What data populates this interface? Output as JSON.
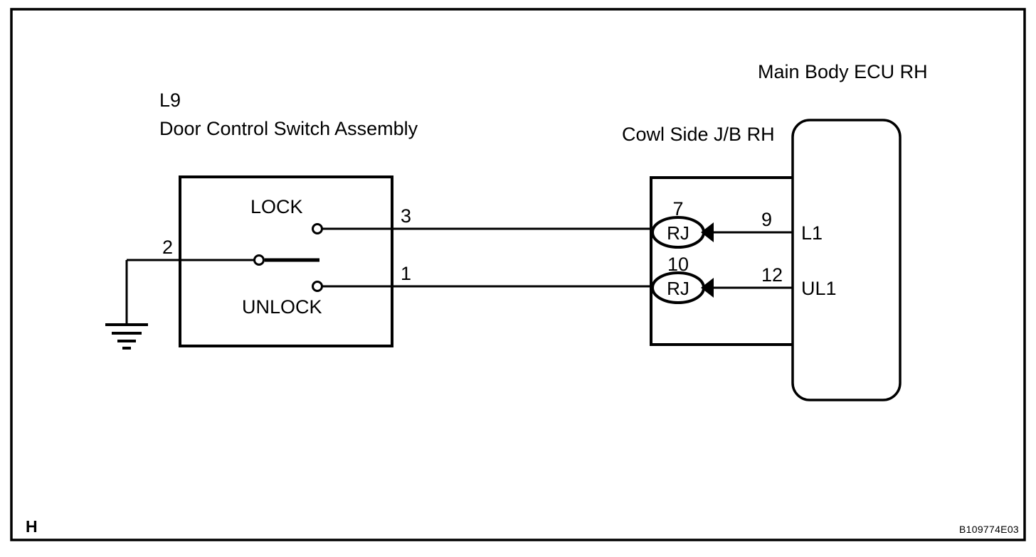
{
  "document": {
    "type": "automotive-wiring-diagram",
    "figure_code": "B109774E03",
    "corner_marker": "H",
    "background_color": "#ffffff",
    "line_color": "#000000"
  },
  "components": {
    "switch": {
      "code": "L9",
      "name": "Door Control Switch Assembly",
      "contacts": [
        {
          "label": "LOCK",
          "pin": "3"
        },
        {
          "label": "UNLOCK",
          "pin": "1"
        }
      ],
      "common_pin": "2",
      "ground": true
    },
    "junction_block": {
      "name": "Cowl Side J/B RH",
      "joints": [
        {
          "symbol": "RJ",
          "in_pin": "7",
          "out_pin": "9"
        },
        {
          "symbol": "RJ",
          "in_pin": "10",
          "out_pin": "12"
        }
      ]
    },
    "ecu": {
      "name": "Main Body ECU RH",
      "terminals": [
        {
          "pin": "9",
          "label": "L1"
        },
        {
          "pin": "12",
          "label": "UL1"
        }
      ]
    }
  },
  "labels": {
    "switch_code": "L9",
    "switch_name": "Door Control Switch Assembly",
    "lock": "LOCK",
    "unlock": "UNLOCK",
    "jb_title": "Cowl Side J/B RH",
    "ecu_title": "Main Body ECU RH",
    "rj_top": "RJ",
    "rj_bottom": "RJ",
    "pin_2": "2",
    "pin_3": "3",
    "pin_1": "1",
    "pin_7": "7",
    "pin_10": "10",
    "pin_9": "9",
    "pin_12": "12",
    "terminal_l1": "L1",
    "terminal_ul1": "UL1",
    "corner_h": "H",
    "figure_code": "B109774E03"
  }
}
